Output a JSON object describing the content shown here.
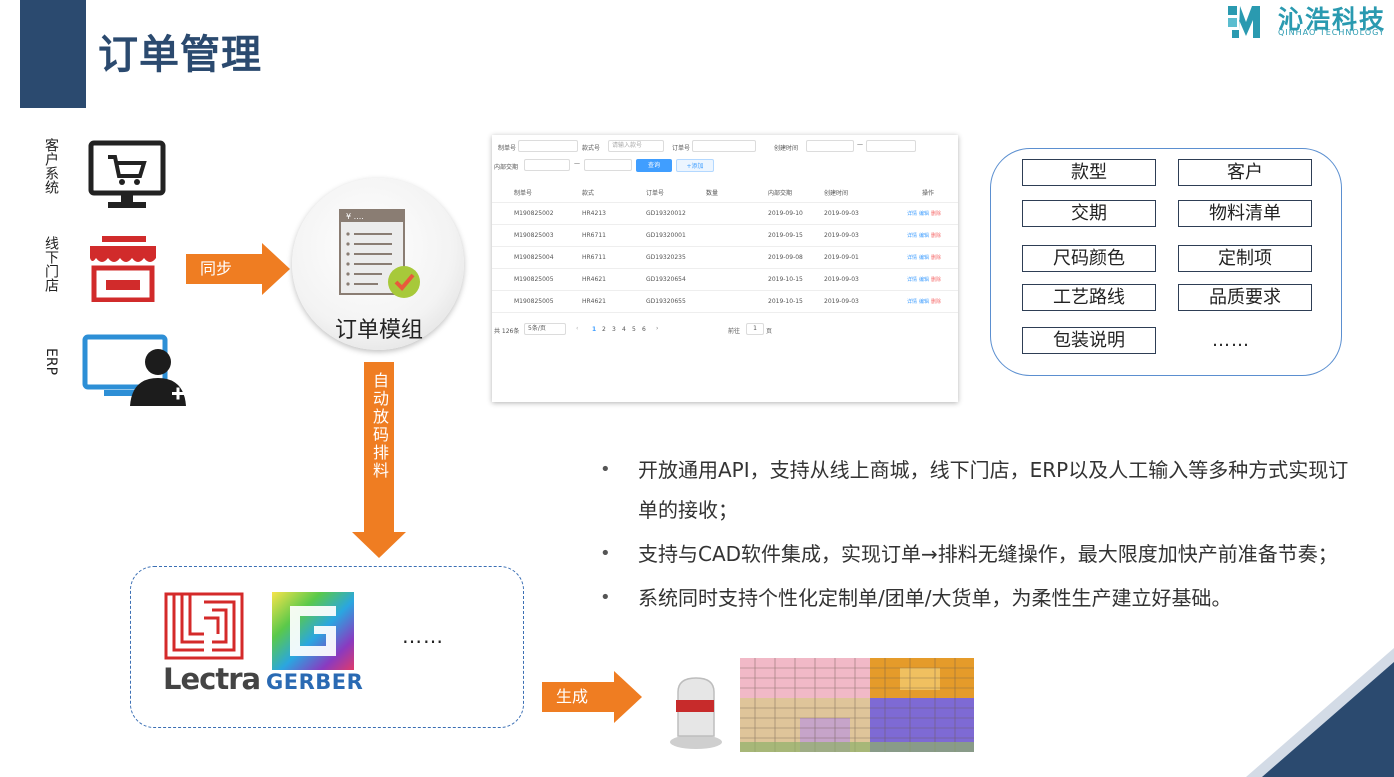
{
  "page": {
    "title": "订单管理",
    "brand_cn": "沁浩科技",
    "brand_en": "QINHAO TECHNOLOGY"
  },
  "sources": [
    {
      "label": "客户系统",
      "icon": "shopping-cart-monitor-icon"
    },
    {
      "label": "线下门店",
      "icon": "storefront-icon"
    },
    {
      "label": "ERP",
      "icon": "erp-user-monitor-icon"
    }
  ],
  "flow": {
    "sync_label": "同步",
    "module_label": "订单模组",
    "auto_label": "自动放码排料",
    "generate_label": "生成",
    "cad_more": "……"
  },
  "cad_logos": {
    "lectra": "Lectra",
    "gerber": "GERBER"
  },
  "order_table": {
    "filters": {
      "style_label": "制单号",
      "model_label": "款式号",
      "model_placeholder": "请输入款号",
      "order_label": "订单号",
      "created_label": "创建时间",
      "range_sep": "—",
      "internal_label": "内部交期",
      "query_button": "查询",
      "add_button": "+添加"
    },
    "columns": [
      "制单号",
      "款式",
      "订单号",
      "数量",
      "内部交期",
      "创建时间",
      "操作"
    ],
    "rows": [
      [
        "M190825002",
        "HR4213",
        "GD19320012",
        "",
        "2019-09-10",
        "2019-09-03"
      ],
      [
        "M190825003",
        "HR6711",
        "GD19320001",
        "",
        "2019-09-15",
        "2019-09-03"
      ],
      [
        "M190825004",
        "HR6711",
        "GD19320235",
        "",
        "2019-09-08",
        "2019-09-01"
      ],
      [
        "M190825005",
        "HR4621",
        "GD19320654",
        "",
        "2019-10-15",
        "2019-09-03"
      ],
      [
        "M190825005",
        "HR4621",
        "GD19320655",
        "",
        "2019-10-15",
        "2019-09-03"
      ]
    ],
    "ops": {
      "detail": "详情",
      "edit": "编辑",
      "delete": "删除"
    },
    "pagination": {
      "total": "共 126条",
      "per_page": "5条/页",
      "pages": [
        "1",
        "2",
        "3",
        "4",
        "5",
        "6"
      ],
      "goto_label": "前往",
      "goto_value": "1",
      "goto_suffix": "页"
    }
  },
  "attributes": {
    "items": [
      "款型",
      "客户",
      "交期",
      "物料清单",
      "尺码颜色",
      "定制项",
      "工艺路线",
      "品质要求",
      "包装说明"
    ],
    "more": "……"
  },
  "bullets": [
    "开放通用API，支持从线上商城，线下门店，ERP以及人工输入等多种方式实现订单的接收；",
    "支持与CAD软件集成，实现订单→排料无缝操作，最大限度加快产前准备节奏；",
    "系统同时支持个性化定制单/团单/大货单，为柔性生产建立好基础。"
  ],
  "colors": {
    "navy": "#2b4a6f",
    "orange": "#ef7d22",
    "teal": "#2a9ab0",
    "blue_dashed": "#3b6fb4",
    "primary_btn": "#409eff",
    "delete_red": "#f56c6c"
  }
}
